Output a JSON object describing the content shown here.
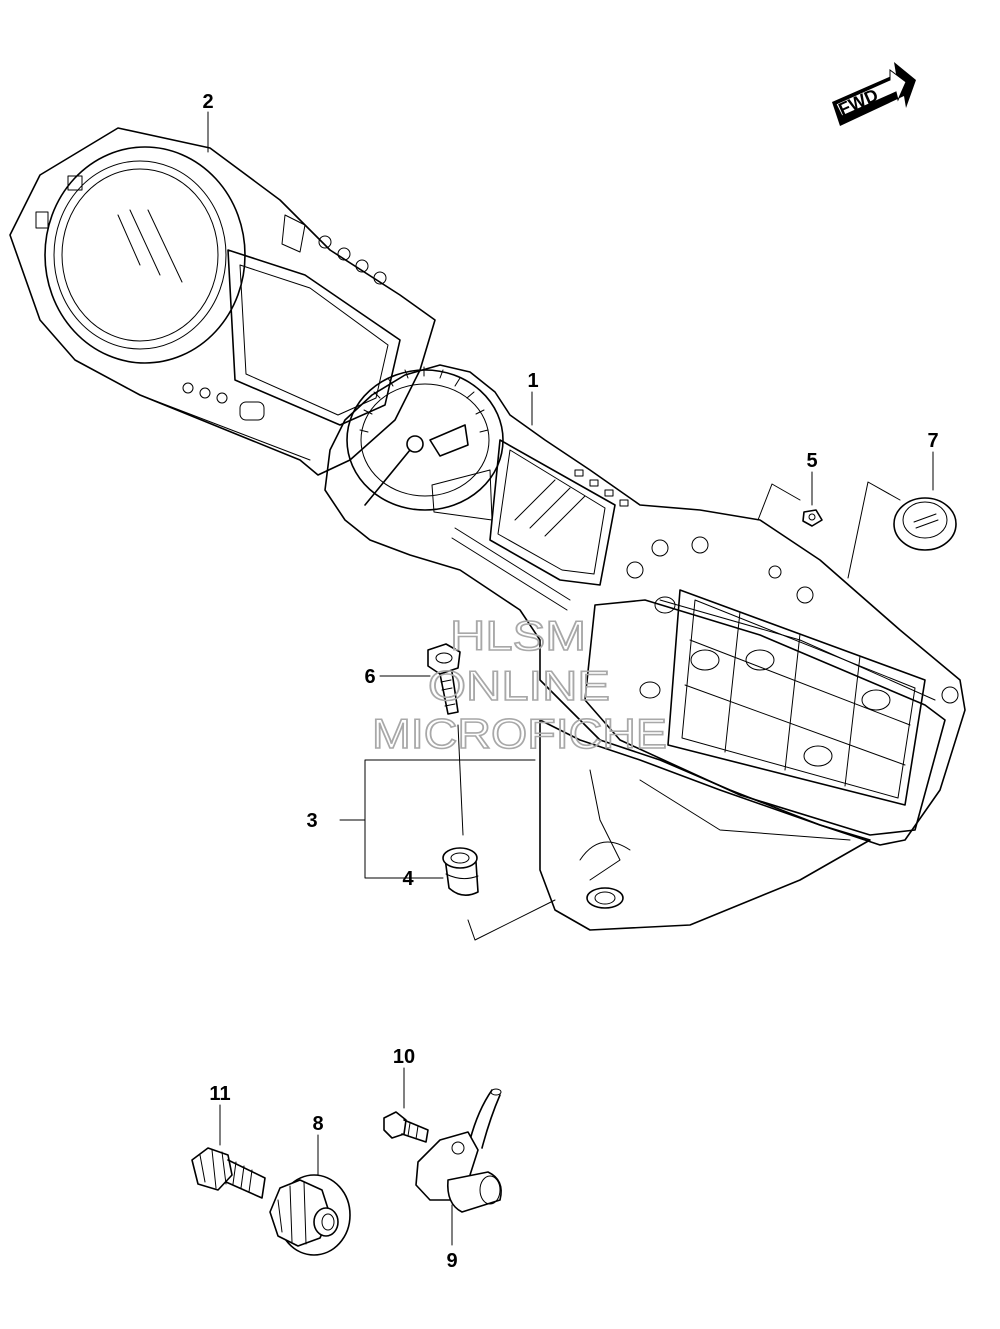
{
  "fwd_label": "FWD",
  "watermark": {
    "line1": "HLSM",
    "line2": "ONLINE",
    "line3": "MICROFICHE"
  },
  "callouts": [
    {
      "id": "1",
      "label": "1"
    },
    {
      "id": "2",
      "label": "2"
    },
    {
      "id": "3",
      "label": "3"
    },
    {
      "id": "4",
      "label": "4"
    },
    {
      "id": "5",
      "label": "5"
    },
    {
      "id": "6",
      "label": "6"
    },
    {
      "id": "7",
      "label": "7"
    },
    {
      "id": "8",
      "label": "8"
    },
    {
      "id": "9",
      "label": "9"
    },
    {
      "id": "10",
      "label": "10"
    },
    {
      "id": "11",
      "label": "11"
    }
  ],
  "icons": [
    "fwd-arrow-icon"
  ],
  "colors": {
    "line": "#000000",
    "background": "#ffffff",
    "watermark": "#a8a8a8"
  }
}
